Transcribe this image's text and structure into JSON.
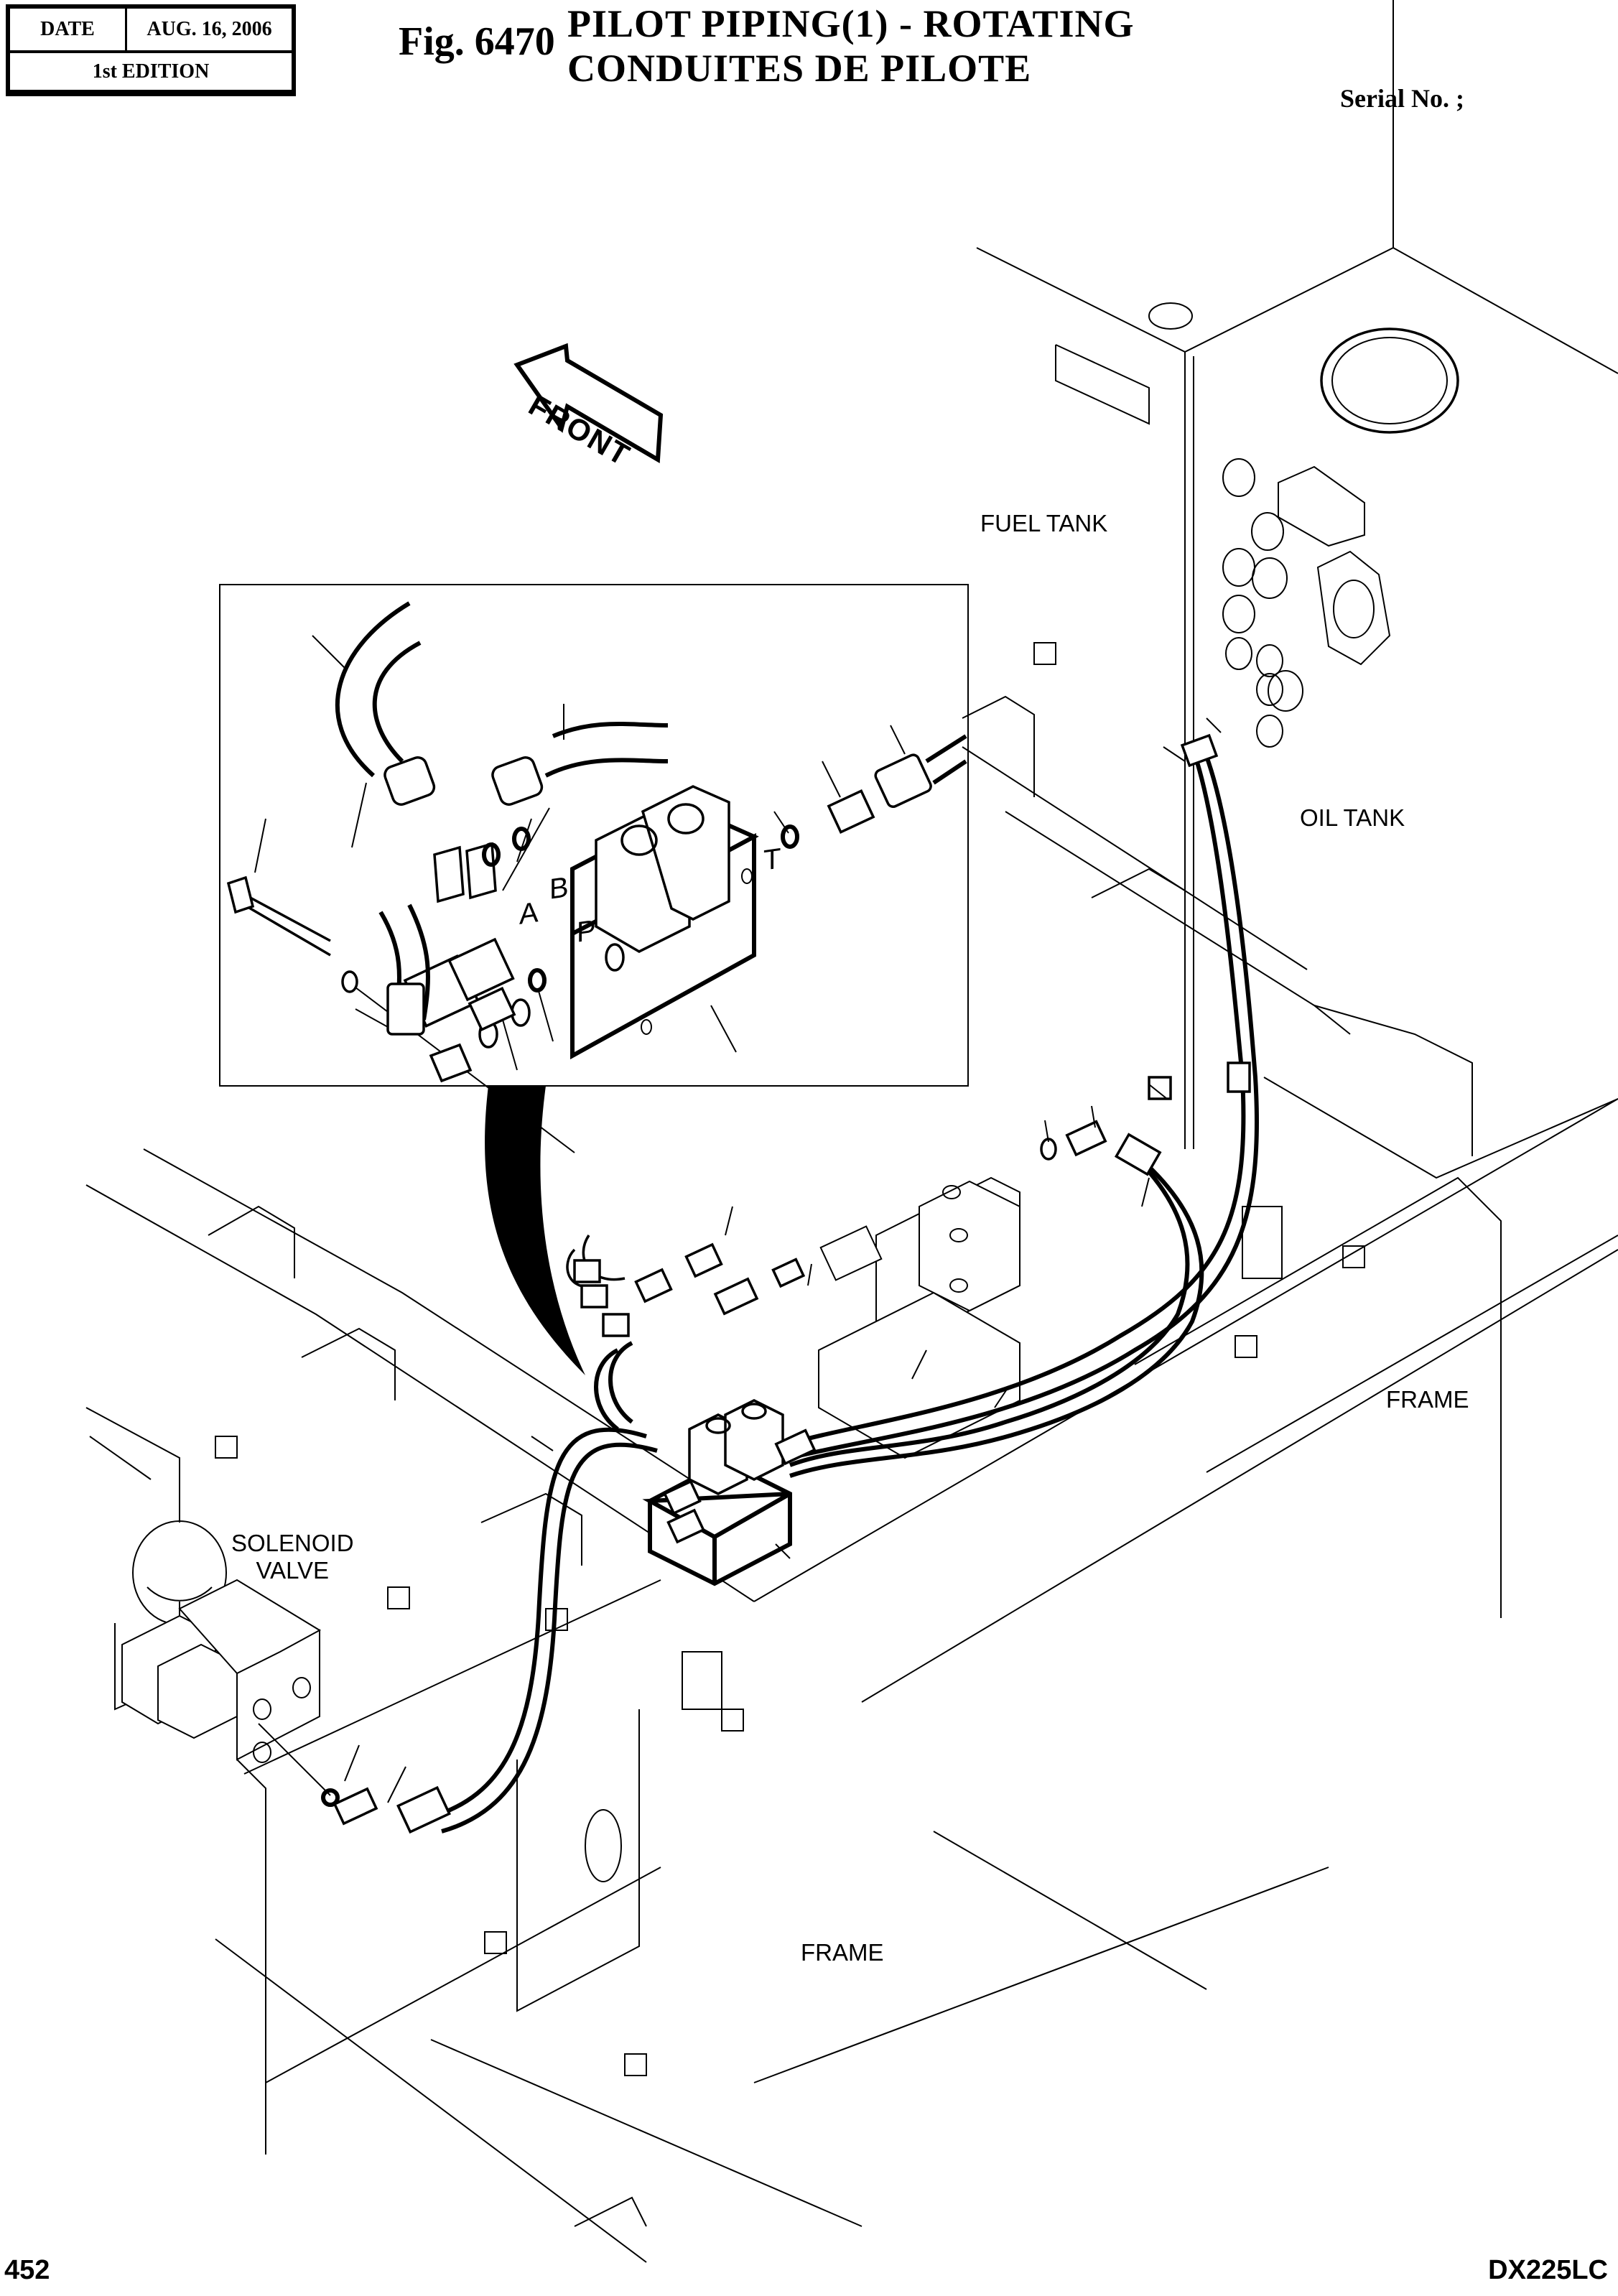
{
  "header": {
    "date_label": "DATE",
    "date_value": "AUG. 16, 2006",
    "edition": "1st EDITION",
    "figure_number": "Fig. 6470",
    "title_en": "PILOT PIPING(1) - ROTATING",
    "title_fr": "CONDUITES DE PILOTE",
    "serial": "Serial No. ;"
  },
  "diagram": {
    "direction_arrow": "FRONT",
    "labels": {
      "fuel_tank": "FUEL TANK",
      "oil_tank": "OIL TANK",
      "frame_right": "FRAME",
      "frame_bottom": "FRAME",
      "solenoid_line1": "SOLENOID",
      "solenoid_line2": "VALVE"
    },
    "inset_ports": {
      "a": "A",
      "b": "B",
      "p": "P",
      "t": "T"
    }
  },
  "footer": {
    "page_number": "452",
    "model": "DX225LC"
  }
}
